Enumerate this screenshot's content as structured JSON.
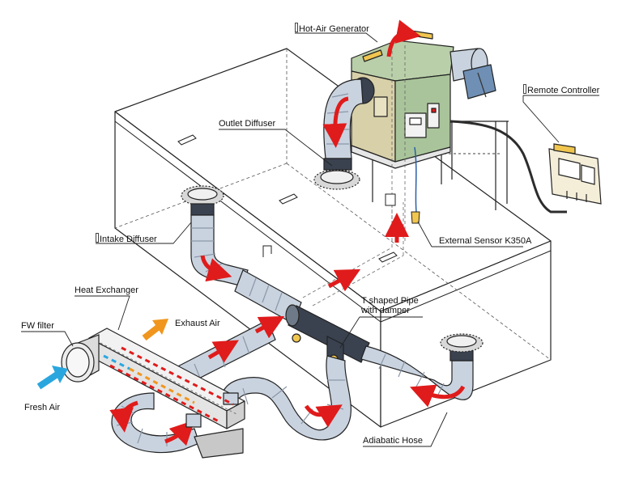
{
  "labels": {
    "hot_air_generator": "Hot-Air Generator",
    "remote_controller": "Remote Controller",
    "outlet_diffuser": "Outlet Diffuser",
    "intake_diffuser": "Intake Diffuser",
    "external_sensor": "External Sensor K350A",
    "heat_exchanger": "Heat Exchanger",
    "t_pipe_line1": "T shaped Pipe",
    "t_pipe_line2": "with damper",
    "fw_filter": "FW filter",
    "exhaust_air": "Exhaust Air",
    "fresh_air": "Fresh Air",
    "adiabatic_hose": "Adiabatic Hose"
  },
  "colors": {
    "generator_body": "#a9c49a",
    "generator_side": "#d8d0a8",
    "generator_top": "#b9cfa9",
    "motor": "#6f8fb4",
    "hose": "#c9d3df",
    "hose_dark": "#8a97a8",
    "t_pipe": "#3a4250",
    "arrow_hot": "#e01b1b",
    "arrow_exhaust": "#f0961e",
    "arrow_fresh": "#2aa6df",
    "handle": "#f1c64f",
    "controller": "#f4eed9",
    "outline": "#222222"
  }
}
